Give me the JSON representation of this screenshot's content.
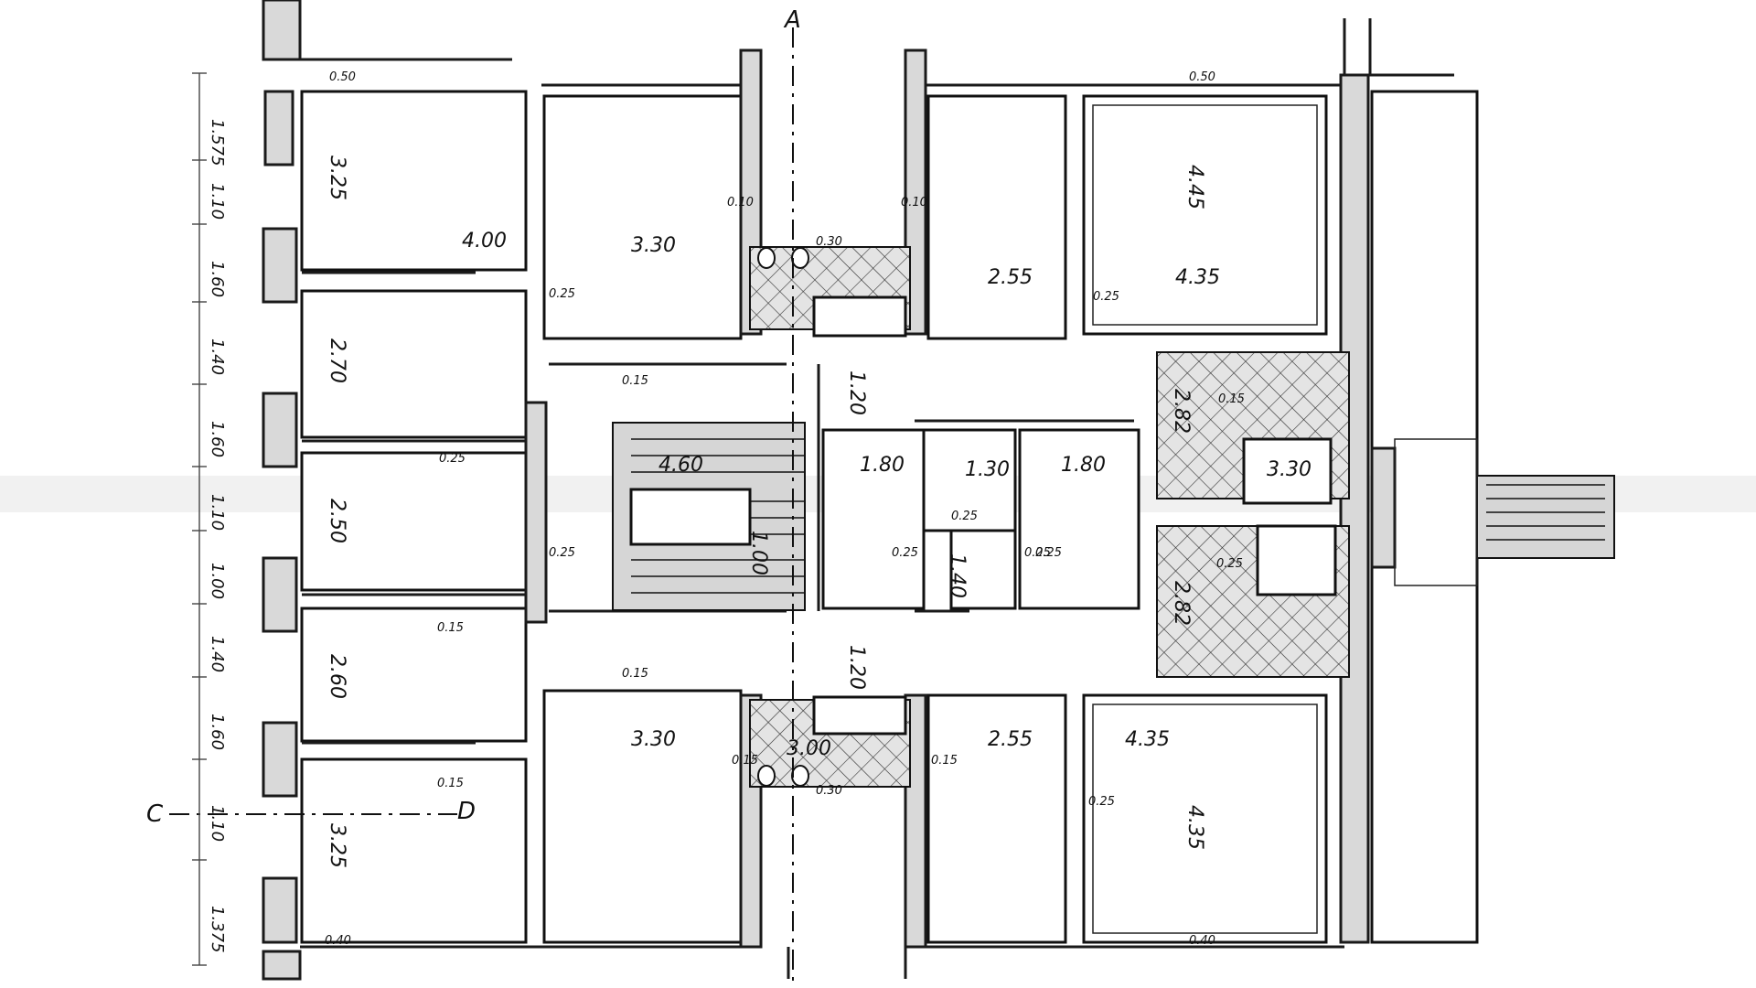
{
  "axis_labels": {
    "top": "A",
    "left": "C",
    "left_end": "D"
  },
  "dimensions": {
    "room_widths": [
      "4.00",
      "3.30",
      "2.55",
      "4.35",
      "3.30",
      "2.55",
      "4.35",
      "4.60",
      "1.80",
      "1.30",
      "1.80",
      "3.30",
      "3.00"
    ],
    "room_depths": [
      "3.25",
      "2.70",
      "2.50",
      "2.60",
      "3.25",
      "4.45",
      "4.35",
      "2.82",
      "2.82",
      "1.20",
      "1.20",
      "1.40",
      "1.00"
    ],
    "wall_marks": [
      "0.50",
      "0.50",
      "0.40",
      "0.40",
      "0.25",
      "0.25",
      "0.25",
      "0.25",
      "0.25",
      "0.25",
      "0.25",
      "0.25",
      "0.15",
      "0.15",
      "0.15",
      "0.15",
      "0.15",
      "0.15",
      "0.30",
      "0.30",
      "0.10",
      "0.10",
      "0.15",
      "0.25",
      "0.25"
    ],
    "left_column": [
      "1.575",
      "1.10",
      "1.60",
      "1.40",
      "1.60",
      "1.10",
      "1.00",
      "1.40",
      "1.60",
      "1.10",
      "1.375"
    ]
  },
  "colors": {
    "ink": "#111111",
    "wall_fill": "#d9d9d9",
    "paper": "#ffffff"
  }
}
